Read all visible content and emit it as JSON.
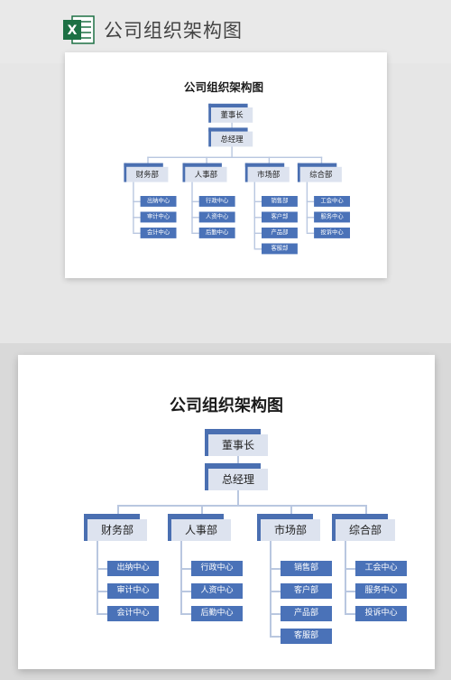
{
  "header": {
    "app_icon": "excel-icon",
    "title": "公司组织架构图"
  },
  "chart": {
    "title": "公司组织架构图",
    "chairman": "董事长",
    "gm": "总经理",
    "departments": [
      {
        "name": "财务部",
        "children": [
          "出纳中心",
          "审计中心",
          "会计中心"
        ]
      },
      {
        "name": "人事部",
        "children": [
          "行政中心",
          "人资中心",
          "后勤中心"
        ]
      },
      {
        "name": "市场部",
        "children": [
          "销售部",
          "客户部",
          "产品部",
          "客服部"
        ]
      },
      {
        "name": "综合部",
        "children": [
          "工会中心",
          "服务中心",
          "投诉中心"
        ]
      }
    ]
  },
  "colors": {
    "accent": "#4a6fb1",
    "node_bg": "#dde3ef",
    "leaf_bg": "#4a72b8",
    "line": "#b9c7e0"
  }
}
